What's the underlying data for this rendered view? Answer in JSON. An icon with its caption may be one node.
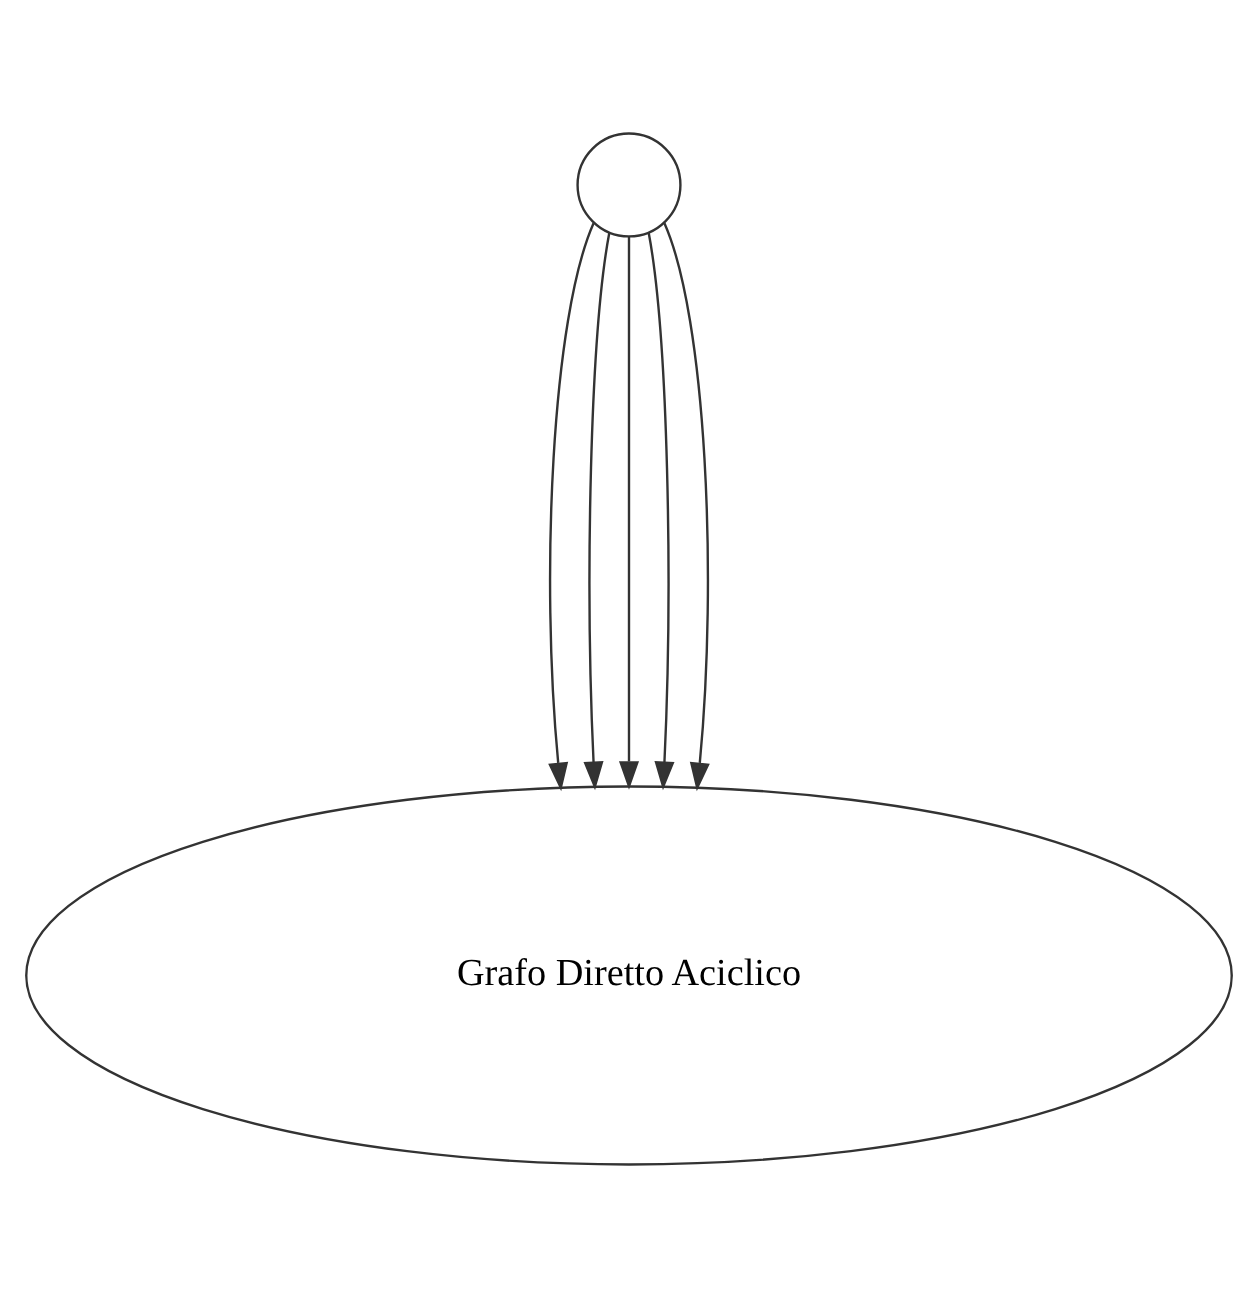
{
  "diagram": {
    "nodes": [
      {
        "text": [],
        "shape": "circle"
      },
      {
        "text": [
          "Grafo Diretto Aciclico"
        ]
      }
    ],
    "edges": [
      {
        "from": 0,
        "to": 1,
        "arrow": "to"
      },
      {
        "from": 0,
        "to": 1,
        "arrow": "to"
      },
      {
        "from": 0,
        "to": 1,
        "arrow": "to"
      },
      {
        "from": 0,
        "to": 1,
        "arrow": "to"
      },
      {
        "from": 0,
        "to": 1,
        "arrow": "to"
      }
    ]
  }
}
